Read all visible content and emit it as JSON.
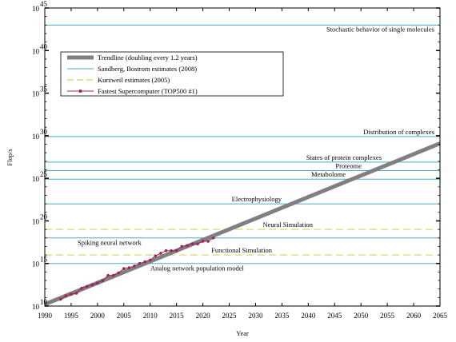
{
  "chart_data": {
    "type": "line",
    "xlabel": "Year",
    "ylabel": "Flop/s",
    "yscale": "log",
    "xlim": [
      1990,
      2065
    ],
    "ylim_exponent": [
      10,
      45
    ],
    "x_ticks": [
      "1990",
      "1995",
      "2000",
      "2005",
      "2010",
      "2015",
      "2020",
      "2025",
      "2030",
      "2035",
      "2040",
      "2045",
      "2050",
      "2055",
      "2060",
      "2065"
    ],
    "y_ticks": [
      {
        "base": "10",
        "exp": "10",
        "value_exp": 10
      },
      {
        "base": "10",
        "exp": "15",
        "value_exp": 15
      },
      {
        "base": "10",
        "exp": "20",
        "value_exp": 20
      },
      {
        "base": "10",
        "exp": "25",
        "value_exp": 25
      },
      {
        "base": "10",
        "exp": "30",
        "value_exp": 30
      },
      {
        "base": "10",
        "exp": "35",
        "value_exp": 35
      },
      {
        "base": "10",
        "exp": "40",
        "value_exp": 40
      },
      {
        "base": "10",
        "exp": "45",
        "value_exp": 45
      }
    ],
    "legend_position": "top-left",
    "legend": [
      {
        "label": "Trendline (doubling every 1.2 years)",
        "color": "#808080",
        "style": "thick-line"
      },
      {
        "label": "Sandberg, Bostrom estimates (2008)",
        "color": "#4aa8cc",
        "style": "line"
      },
      {
        "label": "Kurzweil estimates (2005)",
        "color": "#d4d46a",
        "style": "dashed"
      },
      {
        "label": "Fastest Supercomputer (TOP500 #1)",
        "color": "#a0245a",
        "style": "line-marker"
      }
    ],
    "trendline": {
      "x": [
        1990,
        2065
      ],
      "y_exp": [
        10.2,
        29.1
      ],
      "color": "#808080"
    },
    "sandberg_estimates": [
      {
        "label": "Stochastic behavior of single molecules",
        "y_exp": 43.0
      },
      {
        "label": "Distribution of complexes",
        "y_exp": 29.9
      },
      {
        "label": "States of protein complexes",
        "y_exp": 26.9
      },
      {
        "label": "Proteome",
        "y_exp": 25.9
      },
      {
        "label": "Metabolome",
        "y_exp": 24.9
      },
      {
        "label": "Electrophysiology",
        "y_exp": 22.0
      },
      {
        "label": "Spiking neural network",
        "y_exp": 18.0
      },
      {
        "label": "Analog network population model",
        "y_exp": 15.0
      }
    ],
    "kurzweil_estimates": [
      {
        "label": "Neural Simulation",
        "y_exp": 19.0
      },
      {
        "label": "Functional Simulation",
        "y_exp": 16.0
      }
    ],
    "supercomputer": {
      "x": [
        1993,
        1994,
        1995,
        1996,
        1997,
        1998,
        1999,
        2000,
        2001,
        2002,
        2003,
        2004,
        2005,
        2006,
        2007,
        2008,
        2009,
        2010,
        2011,
        2012,
        2013,
        2014,
        2015,
        2016,
        2017,
        2018,
        2019,
        2020,
        2021,
        2022
      ],
      "y_exp": [
        10.8,
        11.2,
        11.4,
        11.5,
        12.1,
        12.3,
        12.5,
        12.7,
        13.0,
        13.6,
        13.6,
        13.9,
        14.4,
        14.5,
        14.7,
        15.0,
        15.2,
        15.4,
        15.9,
        16.2,
        16.5,
        16.5,
        16.5,
        17.0,
        17.1,
        17.3,
        17.3,
        17.6,
        17.6,
        18.0
      ]
    }
  }
}
